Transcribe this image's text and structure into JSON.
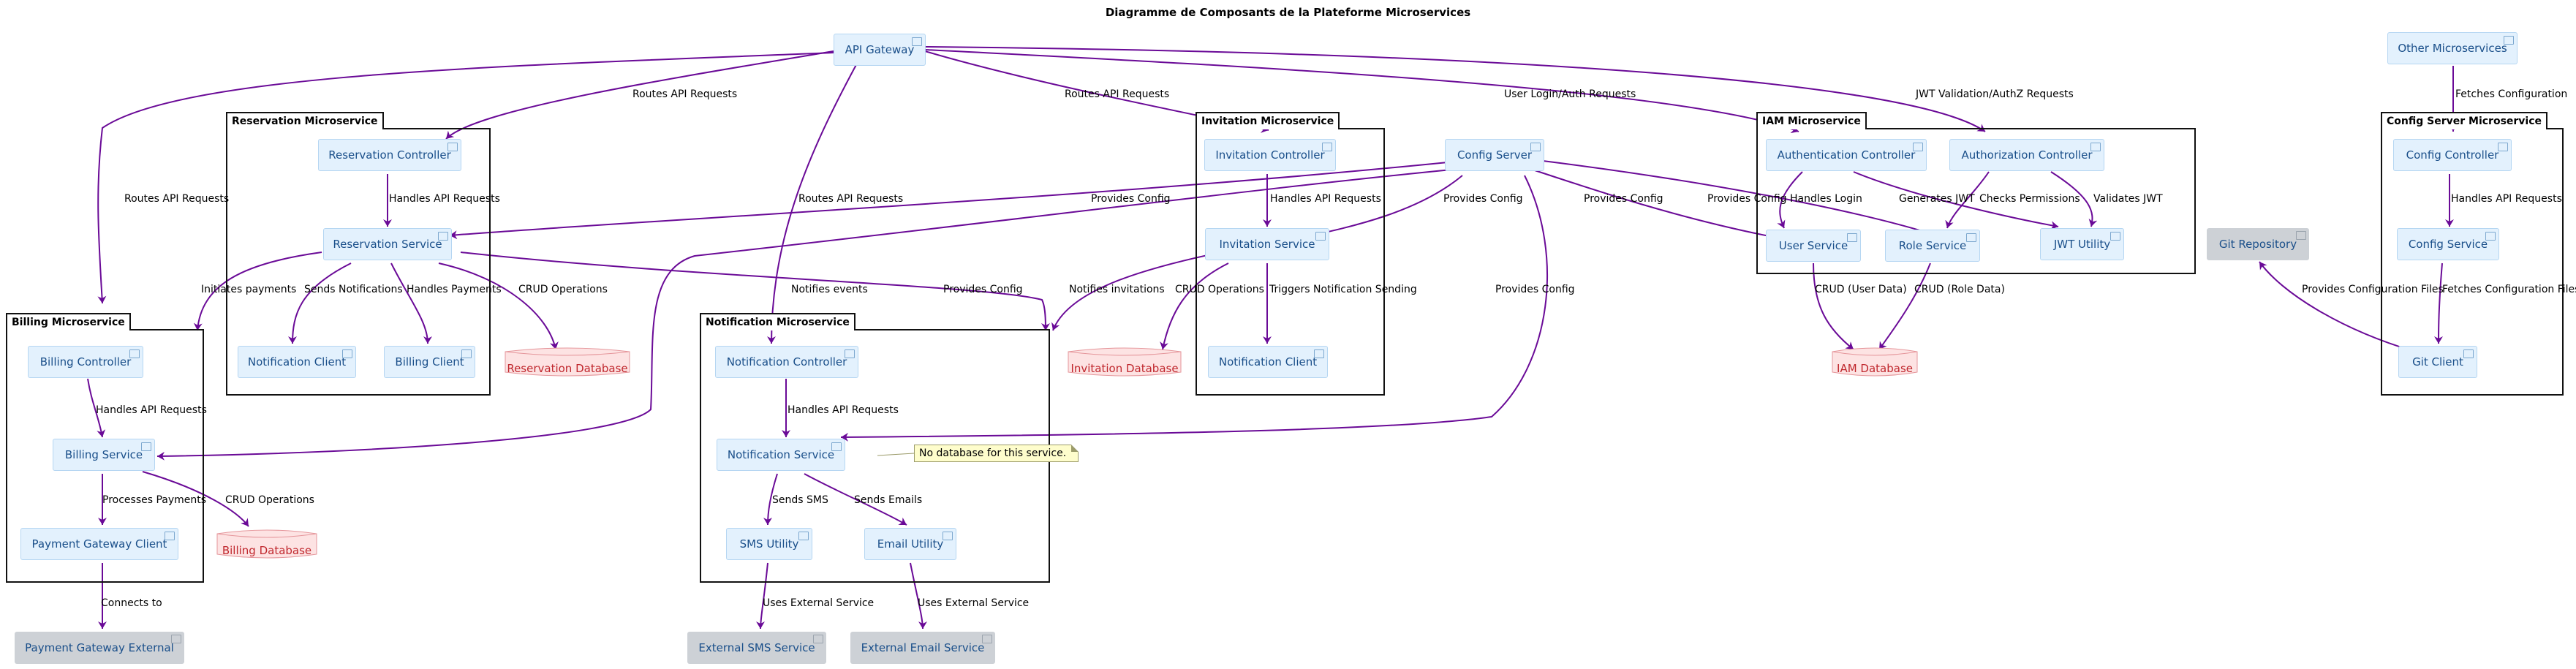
{
  "title": "Diagramme de Composants de la Plateforme Microservices",
  "colors": {
    "edge": "#6a0a97",
    "component_bg": "#e3f1fd",
    "component_border": "#b5d6f2",
    "component_text": "#1a4f8a",
    "external_bg": "#cdd1d6",
    "database": "#c0282e",
    "note_bg": "#fefdcc"
  },
  "packages": {
    "reservation": "Reservation Microservice",
    "invitation": "Invitation Microservice",
    "iam": "IAM Microservice",
    "config_server": "Config Server Microservice",
    "billing": "Billing Microservice",
    "notification": "Notification Microservice"
  },
  "components": {
    "api_gateway": "API Gateway",
    "other_microservices": "Other Microservices",
    "reservation_controller": "Reservation Controller",
    "reservation_service": "Reservation Service",
    "reservation_notification_client": "Notification Client",
    "reservation_billing_client": "Billing Client",
    "invitation_controller": "Invitation Controller",
    "invitation_service": "Invitation Service",
    "invitation_notification_client": "Notification Client",
    "config_server": "Config Server",
    "authentication_controller": "Authentication Controller",
    "authorization_controller": "Authorization Controller",
    "user_service": "User Service",
    "role_service": "Role Service",
    "jwt_utility": "JWT Utility",
    "config_controller": "Config Controller",
    "config_service": "Config Service",
    "git_client": "Git Client",
    "git_repository": "Git Repository",
    "billing_controller": "Billing Controller",
    "billing_service": "Billing Service",
    "payment_gateway_client": "Payment Gateway Client",
    "notification_controller": "Notification Controller",
    "notification_service": "Notification Service",
    "sms_utility": "SMS Utility",
    "email_utility": "Email Utility",
    "payment_gateway_external": "Payment Gateway External",
    "external_sms_service": "External SMS Service",
    "external_email_service": "External Email Service"
  },
  "databases": {
    "reservation": "Reservation Database",
    "invitation": "Invitation Database",
    "iam": "IAM Database",
    "billing": "Billing Database"
  },
  "note": "No database for this service.",
  "edges": {
    "gw_reservation": "Routes API Requests",
    "gw_invitation": "Routes API Requests",
    "gw_auth": "User Login/Auth Requests",
    "gw_authz": "JWT Validation/AuthZ Requests",
    "gw_billing": "Routes API Requests",
    "gw_notification": "Routes API Requests",
    "other_config": "Fetches Configuration",
    "resctrl_ressvc": "Handles API Requests",
    "ressvc_billing": "Initiates payments",
    "ressvc_notifclient": "Sends Notifications",
    "ressvc_billingclient": "Handles Payments",
    "ressvc_db": "CRUD Operations",
    "ressvc_notify": "Notifies events",
    "cfg_ressvc": "Provides Config",
    "cfg_billing": "Provides Config",
    "cfg_invsvc": "Provides Config",
    "cfg_usersvc": "Provides Config",
    "cfg_rolesvc": "Provides Config",
    "cfg_notifsvc": "Provides Config",
    "invctrl_invsvc": "Handles API Requests",
    "invsvc_notify": "Notifies invitations",
    "invsvc_db": "CRUD Operations",
    "invsvc_client": "Triggers Notification Sending",
    "auth_user": "Handles Login",
    "auth_jwt": "Generates JWT",
    "authz_role": "Checks Permissions",
    "authz_jwt": "Validates JWT",
    "user_db": "CRUD (User Data)",
    "role_db": "CRUD (Role Data)",
    "cfgctrl_cfgsvc": "Handles API Requests",
    "cfgsvc_git": "Fetches Configuration Files",
    "git_repo": "Provides Configuration Files",
    "billctrl_billsvc": "Handles API Requests",
    "billsvc_payclient": "Processes Payments",
    "billsvc_db": "CRUD Operations",
    "payclient_ext": "Connects to",
    "notifctrl_notifsvc": "Handles API Requests",
    "notifsvc_sms": "Sends SMS",
    "notifsvc_email": "Sends Emails",
    "sms_ext": "Uses External Service",
    "email_ext": "Uses External Service"
  }
}
